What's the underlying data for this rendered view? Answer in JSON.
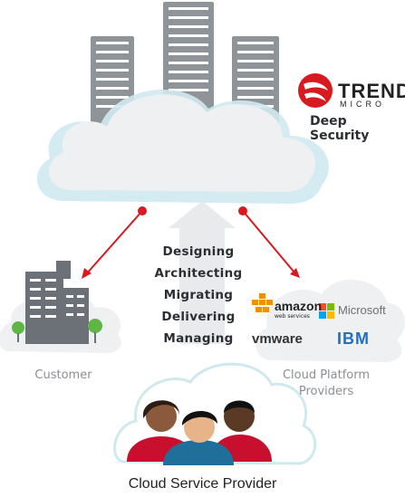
{
  "brand": {
    "name_line1": "TREND",
    "name_line2": "MICRO",
    "product": "Deep Security",
    "accent": "#d71920"
  },
  "steps": [
    "Designing",
    "Architecting",
    "Migrating",
    "Delivering",
    "Managing"
  ],
  "labels": {
    "customer": "Customer",
    "cloud_platform_line1": "Cloud Platform",
    "cloud_platform_line2": "Providers",
    "cloud_service_provider": "Cloud Service Provider"
  },
  "providers": {
    "amazon": "amazon",
    "amazon_sub": "web services",
    "microsoft": "Microsoft",
    "vmware": "vmware",
    "ibm": "IBM"
  },
  "colors": {
    "cloud": "#e9ecee",
    "cloud_shadow": "#cfe9ef",
    "server": "#8f9499",
    "arrow": "#d71920",
    "building": "#6b7176",
    "tree": "#5fb646"
  }
}
